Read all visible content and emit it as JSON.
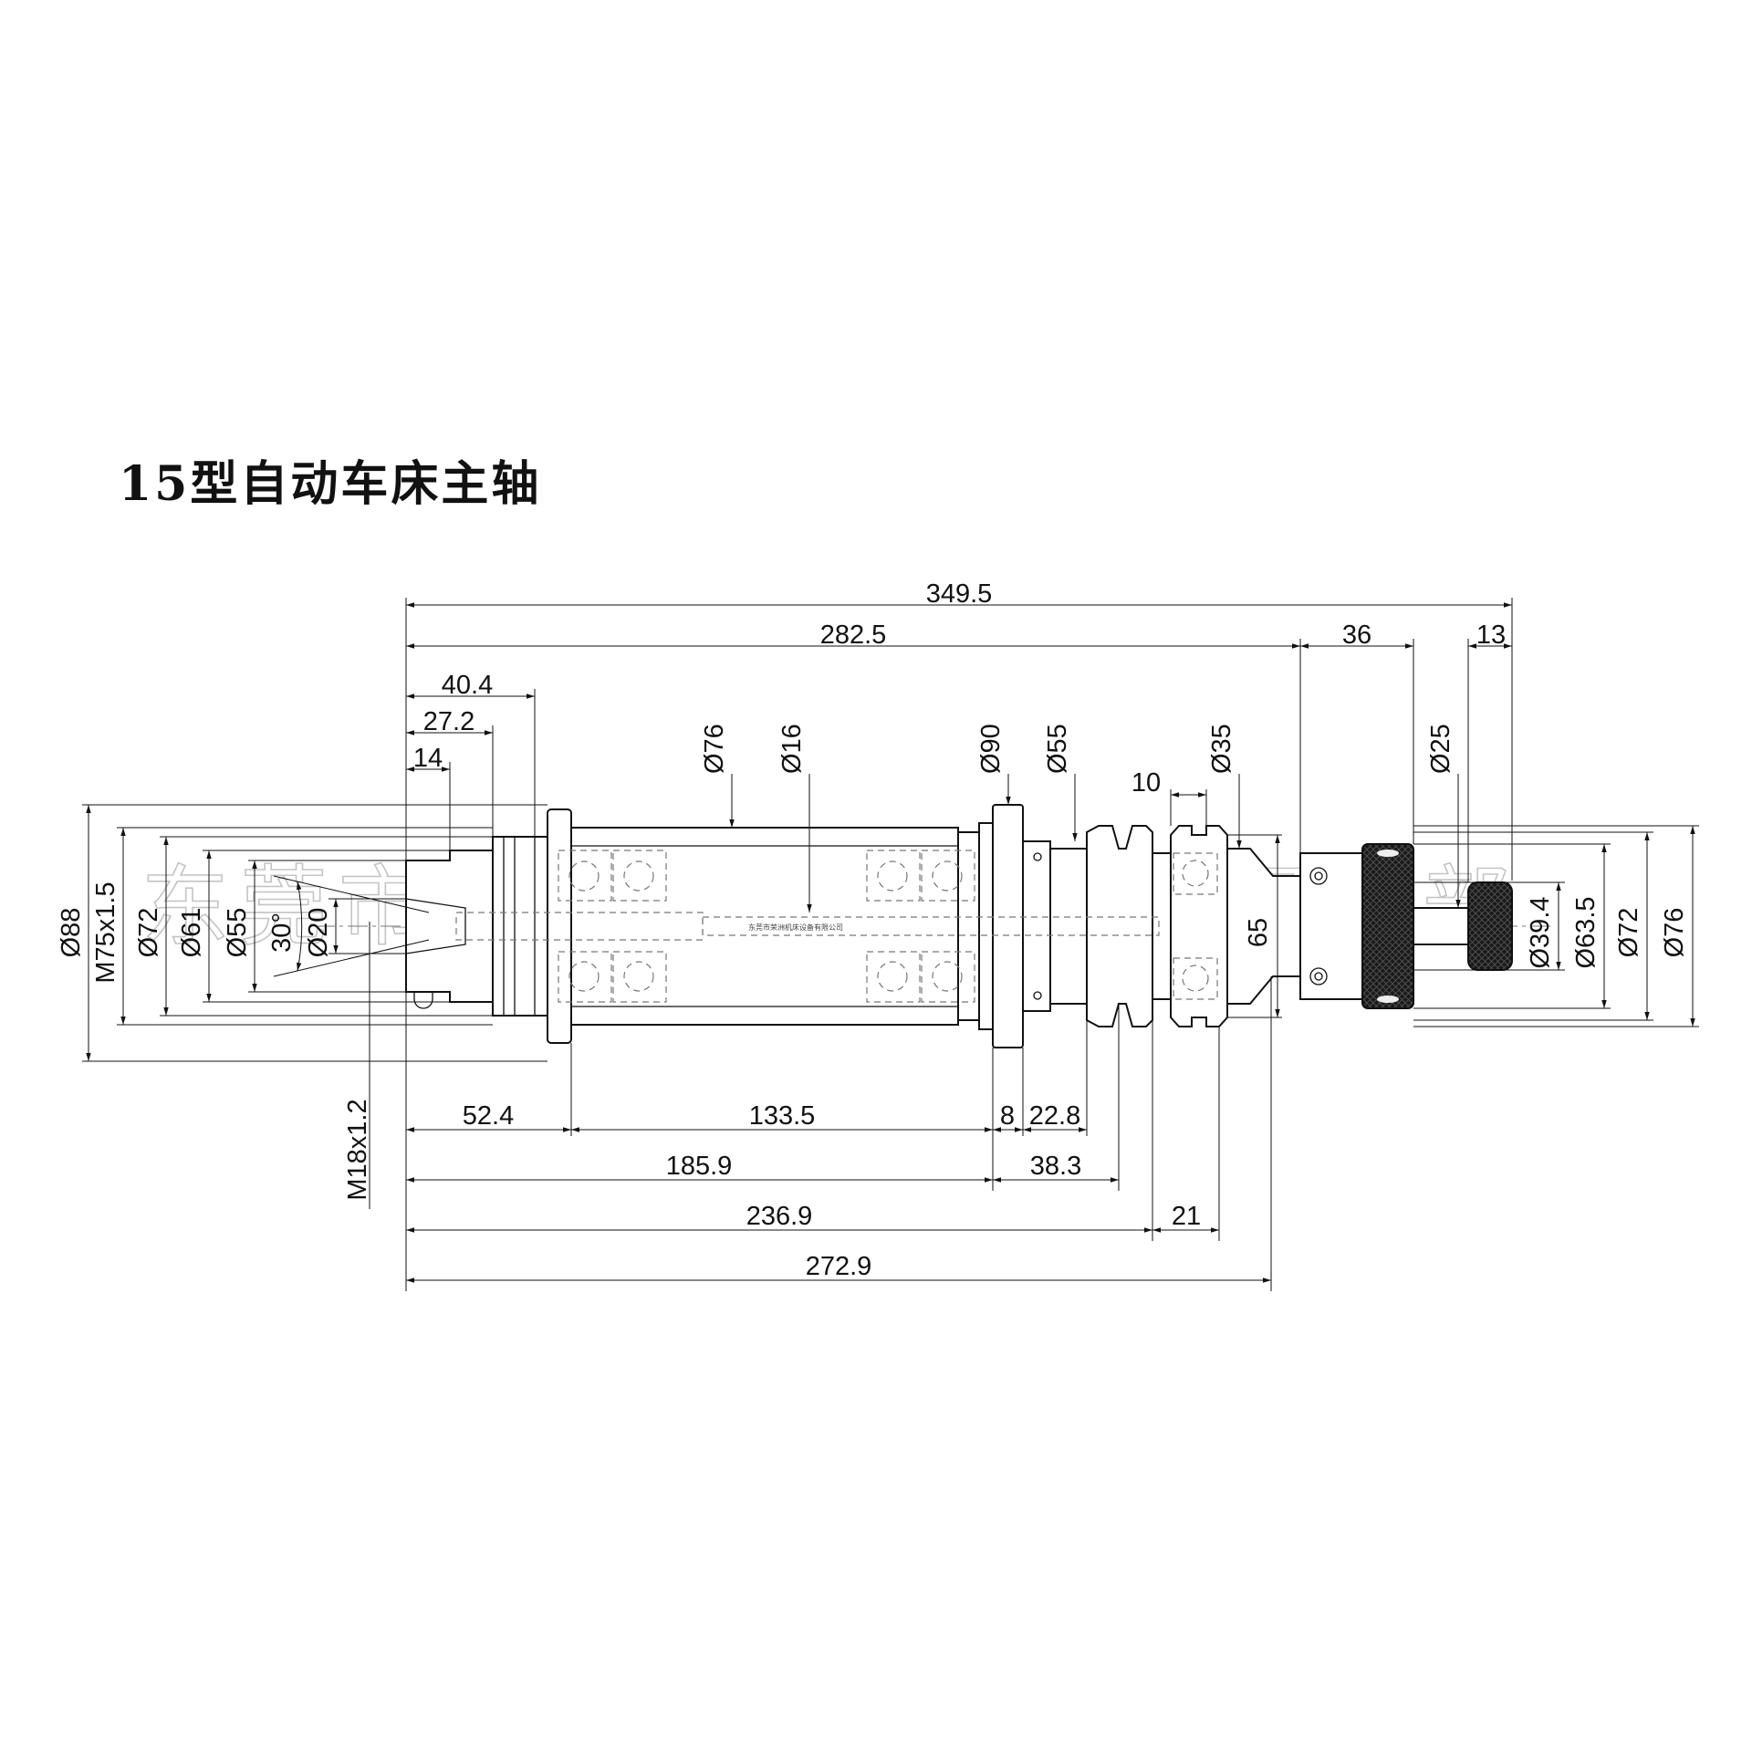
{
  "title": "15型自动车床主轴",
  "watermark": "东莞市东晓荣洲机床设备经营部",
  "center_stamp": "东莞市荣洲机床设备有限公司",
  "dims": {
    "overall_349_5": "349.5",
    "len_282_5": "282.5",
    "len_36": "36",
    "len_13": "13",
    "len_40_4": "40.4",
    "len_27_2": "27.2",
    "len_14": "14",
    "len_10": "10",
    "dia_76_body": "Ø76",
    "dia_16": "Ø16",
    "dia_90": "Ø90",
    "dia_55_right": "Ø55",
    "dia_35": "Ø35",
    "dia_25": "Ø25",
    "dia_88": "Ø88",
    "thread_m75": "M75x1.5",
    "dia_72_left": "Ø72",
    "dia_61": "Ø61",
    "dia_55_left": "Ø55",
    "angle_30": "30°",
    "dia_20": "Ø20",
    "dim_65": "65",
    "dia_39_4": "Ø39.4",
    "dia_63_5": "Ø63.5",
    "dia_72_right": "Ø72",
    "dia_76_right": "Ø76",
    "thread_m18": "M18x1.2",
    "len_52_4": "52.4",
    "len_133_5": "133.5",
    "len_8": "8",
    "len_22_8": "22.8",
    "len_185_9": "185.9",
    "len_38_3": "38.3",
    "len_236_9": "236.9",
    "len_21": "21",
    "len_272_9": "272.9"
  }
}
